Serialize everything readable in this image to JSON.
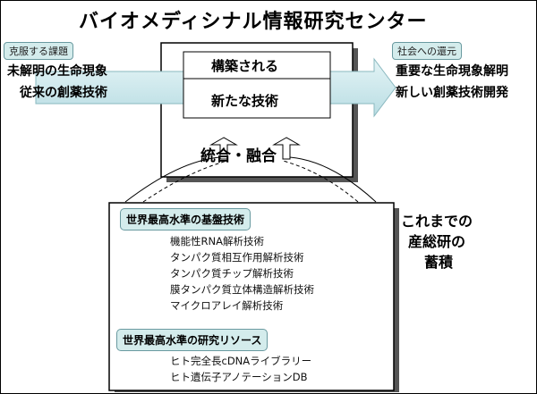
{
  "title": "バイオメディシナル情報研究センター",
  "left": {
    "badge": "克服する課題",
    "line1": "未解明の生命現象",
    "line2": "従来の創薬技術"
  },
  "right": {
    "badge": "社会への還元",
    "line1": "重要な生命現象解明",
    "line2": "新しい創薬技術開発"
  },
  "center": {
    "built": "構築される",
    "new_tech": "新たな技術",
    "integration": "統合・融合"
  },
  "aist": {
    "l1": "これまでの",
    "l2": "産総研の",
    "l3": "蓄積"
  },
  "platform": {
    "heading": "世界最高水準の基盤技術",
    "items": [
      "機能性RNA解析技術",
      "タンパク質相互作用解析技術",
      "タンパク質チップ解析技術",
      "膜タンパク質立体構造解析技術",
      "マイクロアレイ解析技術"
    ]
  },
  "resources": {
    "heading": "世界最高水準の研究リソース",
    "items": [
      "ヒト完全長cDNAライブラリー",
      "ヒト遺伝子アノテーションDB"
    ]
  },
  "colors": {
    "arrow_fill": "#cfe8ec",
    "badge_fill": "#d4ecec",
    "box_shadow": "#444444"
  }
}
